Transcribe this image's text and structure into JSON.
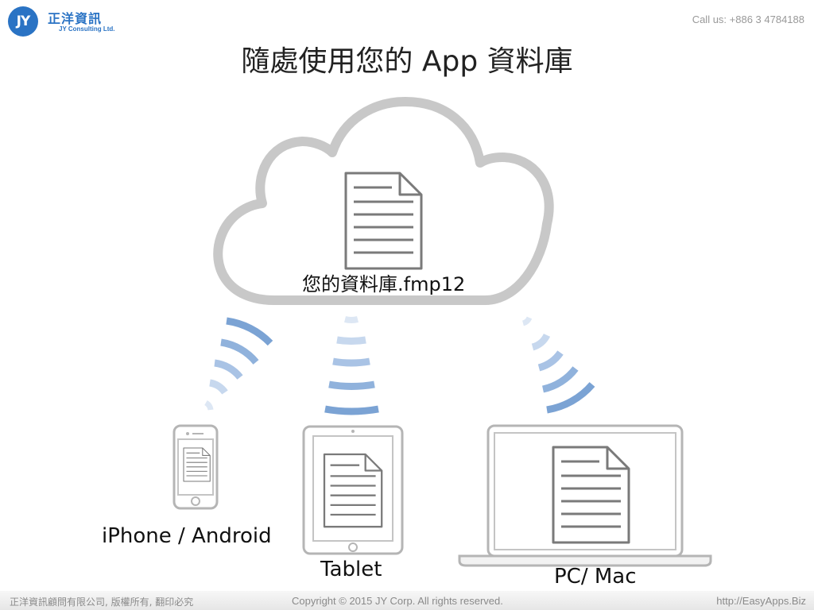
{
  "header": {
    "logo_mark": "JY",
    "logo_name": "正洋資訊",
    "logo_sub": "JY Consulting Ltd.",
    "callus": "Call us: +886 3 4784188"
  },
  "title": "隨處使用您的 App 資料庫",
  "cloud": {
    "file_label": "您的資料庫.fmp12"
  },
  "devices": {
    "phone_label": "iPhone / Android",
    "tablet_label": "Tablet",
    "pc_label": "PC/ Mac"
  },
  "footer": {
    "left": "正洋資訊顧問有限公司, 版權所有, 翻印必究",
    "center": "Copyright © 2015 JY Corp. All rights reserved.",
    "right": "http://EasyApps.Biz"
  },
  "colors": {
    "cloud": "#c8c8c8",
    "doc_stroke": "#7a7a7a",
    "wave_dark": "#7ba3d4",
    "wave_light": "#c7d8ee",
    "brand": "#2a73c4"
  }
}
